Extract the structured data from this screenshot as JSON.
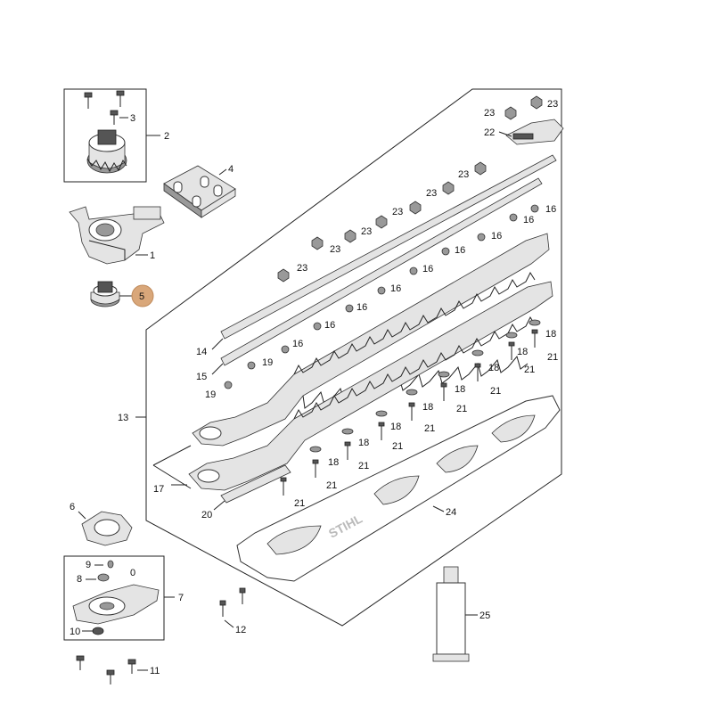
{
  "parts": {
    "p1": "1",
    "p2": "2",
    "p3": "3",
    "p4": "4",
    "p5": "5",
    "p6": "6",
    "p7": "7",
    "p8": "8",
    "p9": "9",
    "p10": "10",
    "p11": "11",
    "p12": "12",
    "p13": "13",
    "p14": "14",
    "p15": "15",
    "p16": "16",
    "p17": "17",
    "p18": "18",
    "p19": "19",
    "p20": "20",
    "p21": "21",
    "p22": "22",
    "p23": "23",
    "p24": "24",
    "p25": "25"
  },
  "brand": "STIHL",
  "highlight_color": "#d9a77a"
}
